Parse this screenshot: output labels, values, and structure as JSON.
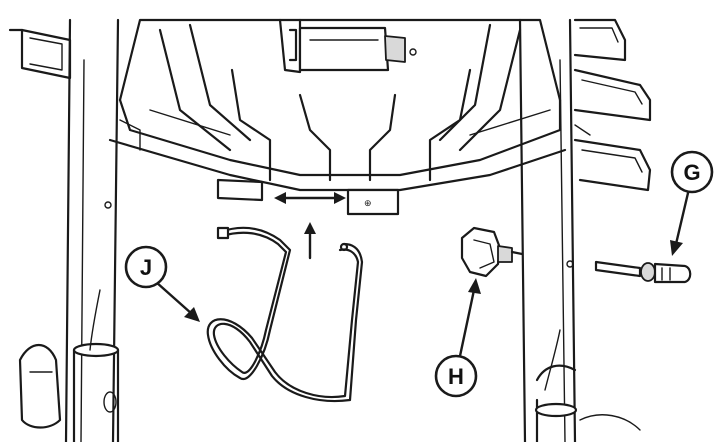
{
  "callouts": {
    "j": {
      "label": "J"
    },
    "h": {
      "label": "H"
    },
    "g": {
      "label": "G"
    }
  }
}
